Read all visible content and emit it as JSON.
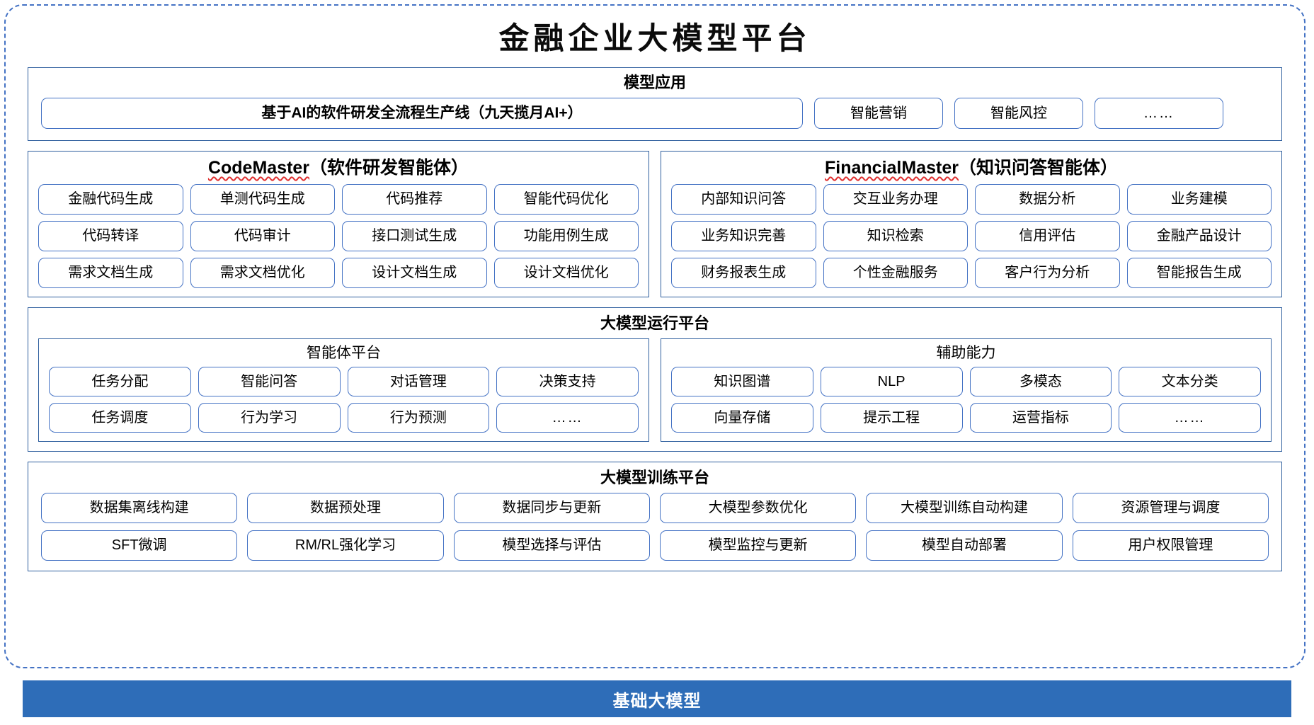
{
  "page": {
    "title": "金融企业大模型平台",
    "accent_blue": "#4472c4",
    "panel_border": "#2f5f9e",
    "foundation_bar_bg": "#2e6db8",
    "spellcheck_underline": "#e03030"
  },
  "model_apps": {
    "section_title": "模型应用",
    "main_item": "基于AI的软件研发全流程生产线（九天揽月AI+）",
    "items": [
      "智能营销",
      "智能风控",
      "……"
    ]
  },
  "code_master": {
    "title_en": "CodeMaster",
    "title_cn": "（软件研发智能体）",
    "items": [
      "金融代码生成",
      "单测代码生成",
      "代码推荐",
      "智能代码优化",
      "代码转译",
      "代码审计",
      "接口测试生成",
      "功能用例生成",
      "需求文档生成",
      "需求文档优化",
      "设计文档生成",
      "设计文档优化"
    ]
  },
  "financial_master": {
    "title_en": "FinancialMaster",
    "title_cn": "（知识问答智能体）",
    "items": [
      "内部知识问答",
      "交互业务办理",
      "数据分析",
      "业务建模",
      "业务知识完善",
      "知识检索",
      "信用评估",
      "金融产品设计",
      "财务报表生成",
      "个性金融服务",
      "客户行为分析",
      "智能报告生成"
    ]
  },
  "runtime_platform": {
    "section_title": "大模型运行平台",
    "agent_platform": {
      "title": "智能体平台",
      "items": [
        "任务分配",
        "智能问答",
        "对话管理",
        "决策支持",
        "任务调度",
        "行为学习",
        "行为预测",
        "……"
      ]
    },
    "auxiliary": {
      "title": "辅助能力",
      "items": [
        "知识图谱",
        "NLP",
        "多模态",
        "文本分类",
        "向量存储",
        "提示工程",
        "运营指标",
        "……"
      ]
    }
  },
  "training_platform": {
    "section_title": "大模型训练平台",
    "items": [
      "数据集离线构建",
      "数据预处理",
      "数据同步与更新",
      "大模型参数优化",
      "大模型训练自动构建",
      "资源管理与调度",
      "SFT微调",
      "RM/RL强化学习",
      "模型选择与评估",
      "模型监控与更新",
      "模型自动部署",
      "用户权限管理"
    ]
  },
  "foundation": {
    "label": "基础大模型"
  }
}
